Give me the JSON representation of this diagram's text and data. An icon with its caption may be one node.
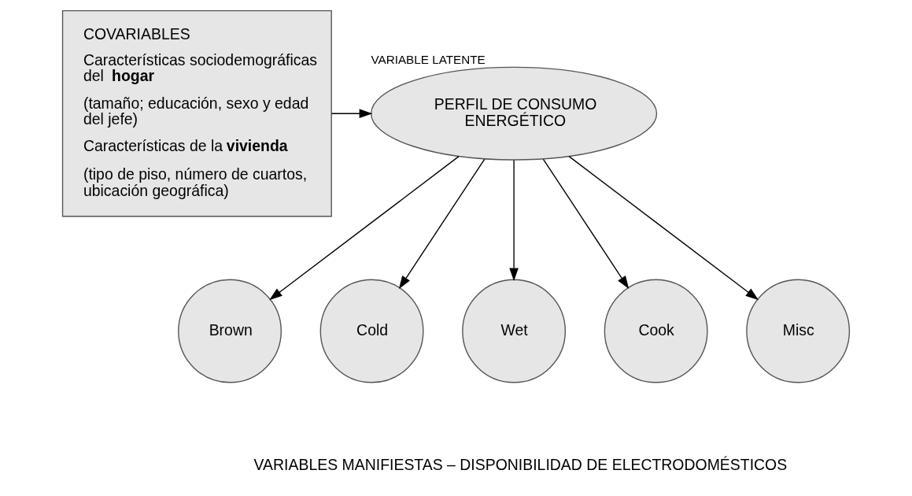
{
  "diagram": {
    "nodes": [
      {
        "text": [
          "COVARIABLES",
          "Características sociodemográficas del **hogar**",
          "(tamaño; educación, sexo y edad del jefe)",
          "Características de la **vivienda**",
          "(tipo de piso, número de cuartos, ubicación geográfica)"
        ]
      },
      {
        "text": [
          "PERFIL DE CONSUMO ENERGÉTICO"
        ],
        "beside": [
          "VARIABLE LATENTE"
        ]
      },
      {
        "text": [
          "Brown"
        ]
      },
      {
        "text": [
          "Cold"
        ]
      },
      {
        "text": [
          "Wet"
        ]
      },
      {
        "text": [
          "Cook"
        ]
      },
      {
        "text": [
          "Misc"
        ]
      }
    ],
    "edges": [
      {
        "from": 0,
        "to": 1,
        "arrow": "to"
      },
      {
        "from": 1,
        "to": 2,
        "arrow": "to"
      },
      {
        "from": 1,
        "to": 3,
        "arrow": "to"
      },
      {
        "from": 1,
        "to": 4,
        "arrow": "to"
      },
      {
        "from": 1,
        "to": 5,
        "arrow": "to"
      },
      {
        "from": 1,
        "to": 6,
        "arrow": "to"
      }
    ],
    "labels": [
      "VARIABLES MANIFIESTAS – DISPONIBILIDAD DE ELECTRODOMÉSTICOS"
    ]
  }
}
